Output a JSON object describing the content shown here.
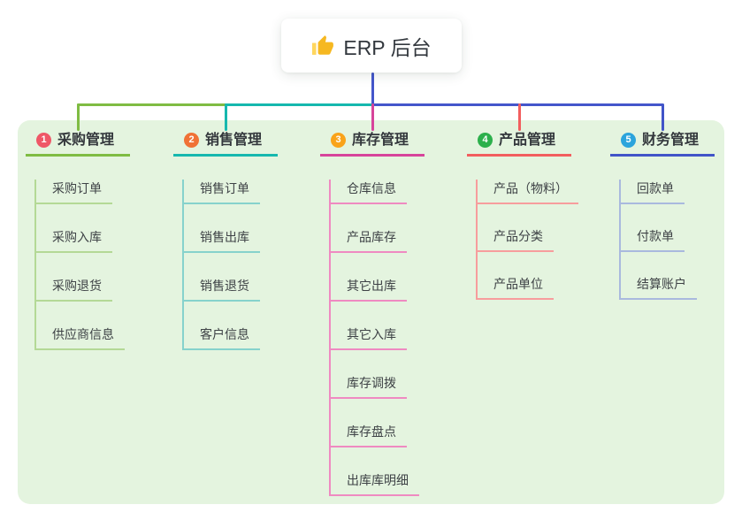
{
  "root": {
    "label": "ERP 后台",
    "icon": "thumbs-up-icon"
  },
  "branches": [
    {
      "index": "1",
      "label": "采购管理",
      "badge_color": "#ef5767",
      "line_color": "#7fbc43",
      "child_line_color": "#b4d996",
      "children": [
        "采购订单",
        "采购入库",
        "采购退货",
        "供应商信息"
      ]
    },
    {
      "index": "2",
      "label": "销售管理",
      "badge_color": "#f07236",
      "line_color": "#16b8ae",
      "child_line_color": "#86d2cc",
      "children": [
        "销售订单",
        "销售出库",
        "销售退货",
        "客户信息"
      ]
    },
    {
      "index": "3",
      "label": "库存管理",
      "badge_color": "#f9a31a",
      "line_color": "#d7449b",
      "child_line_color": "#ef8ac1",
      "children": [
        "仓库信息",
        "产品库存",
        "其它出库",
        "其它入库",
        "库存调拨",
        "库存盘点",
        "出库库明细"
      ]
    },
    {
      "index": "4",
      "label": "产品管理",
      "badge_color": "#2cb04c",
      "line_color": "#f25e5e",
      "child_line_color": "#f79d9d",
      "children": [
        "产品（物料）",
        "产品分类",
        "产品单位"
      ]
    },
    {
      "index": "5",
      "label": "财务管理",
      "badge_color": "#2ba4dc",
      "line_color": "#4154c8",
      "child_line_color": "#a9b9de",
      "children": [
        "回款单",
        "付款单",
        "结算账户"
      ]
    }
  ],
  "colors": {
    "panel_background": "#e4f4df",
    "root_connector": "#4456cb",
    "root_text": "#33383e",
    "thumb_icon": "#f6b821"
  }
}
